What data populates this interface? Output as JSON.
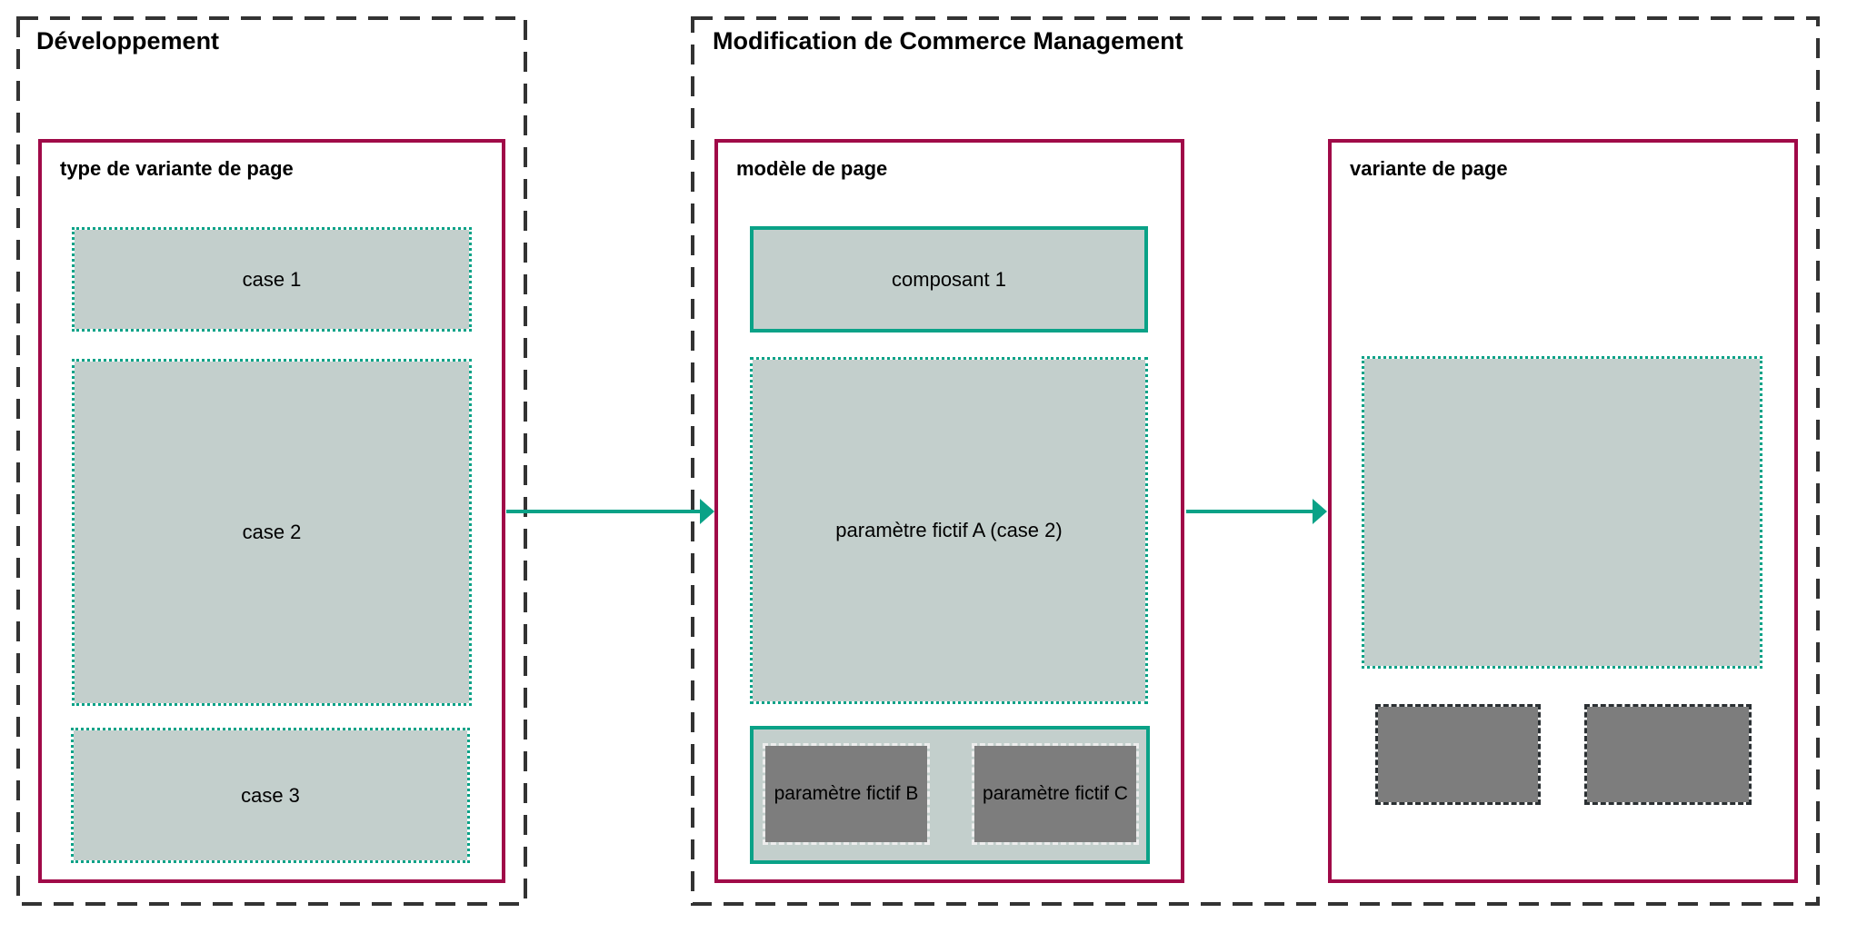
{
  "diagram": {
    "left_section": {
      "title": "Développement",
      "panel": {
        "label": "type de variante de page",
        "boxes": [
          {
            "label": "case 1"
          },
          {
            "label": "case 2"
          },
          {
            "label": "case 3"
          }
        ]
      }
    },
    "right_section": {
      "title": "Modification de Commerce Management",
      "template_panel": {
        "label": "modèle de page",
        "component_box": {
          "label": "composant 1"
        },
        "param_a_box": {
          "label": "paramètre fictif A (case 2)"
        },
        "param_group": {
          "param_b": {
            "label": "paramètre fictif B"
          },
          "param_c": {
            "label": "paramètre fictif C"
          }
        }
      },
      "variant_panel": {
        "label": "variante de page"
      }
    },
    "colors": {
      "teal": "#0aa287",
      "maroon": "#a00a48",
      "box_fill": "#c3cfcc",
      "gray_fill": "#7d7d7d",
      "outer_dash": "#333333",
      "gray_dash_light": "#ededed",
      "gray_dash_dark": "#2b3033"
    }
  }
}
